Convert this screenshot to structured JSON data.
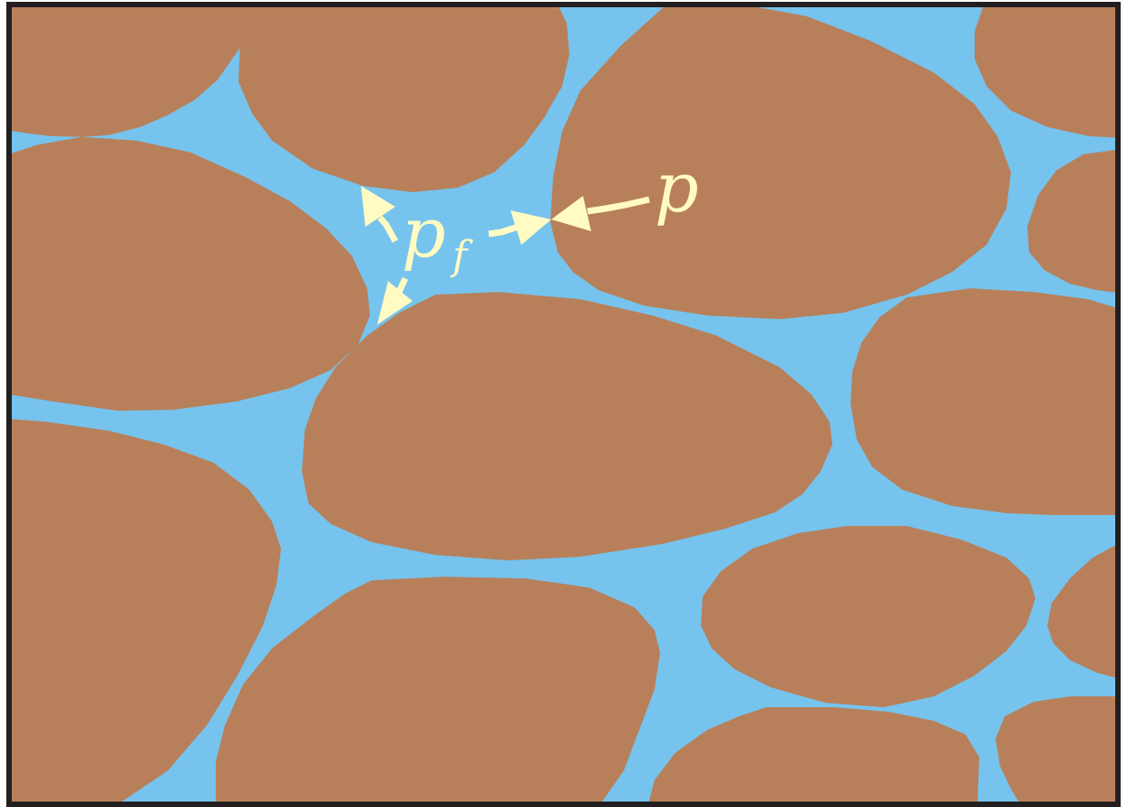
{
  "labels": {
    "pore_pressure_symbol": "p",
    "pore_pressure_subscript": "f",
    "grain_pressure_symbol": "p"
  },
  "colors": {
    "grain": "#b8805a",
    "pore_fluid": "#76c3ee",
    "arrow": "#fffbc3",
    "frame": "#231f20"
  }
}
